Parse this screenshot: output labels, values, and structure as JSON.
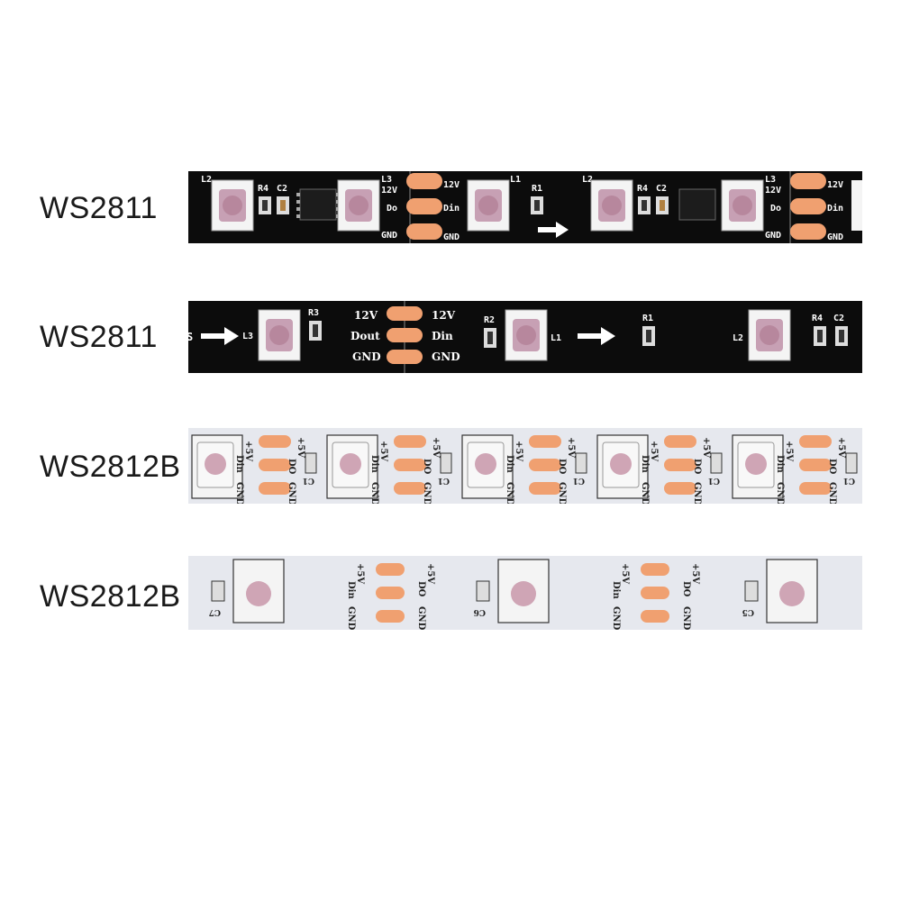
{
  "rows": [
    {
      "label": "WS2811",
      "silk": {
        "r4": "R4",
        "c2": "C2",
        "l2": "L2",
        "l3": "L3",
        "l1": "L1",
        "r1": "R1",
        "v12": "12V",
        "do": "Do",
        "din": "Din",
        "gnd": "GND"
      }
    },
    {
      "label": "WS2811",
      "silk": {
        "s": "S",
        "l3": "L3",
        "r3": "R3",
        "v12a": "12V",
        "dout": "Dout",
        "gnd_a": "GND",
        "v12b": "12V",
        "din": "Din",
        "gnd_b": "GND",
        "r2": "R2",
        "l1": "L1",
        "r1": "R1",
        "l2": "L2",
        "r4": "R4",
        "c2": "C2"
      }
    },
    {
      "label": "WS2812B",
      "silk": {
        "v5": "+5V",
        "din": "Din",
        "gnd": "GND",
        "do": "DO",
        "c1": "C1"
      }
    },
    {
      "label": "WS2812B",
      "silk": {
        "v5": "+5V",
        "din": "Din",
        "gnd": "GND",
        "do": "DO",
        "c7": "C7",
        "c6": "C6",
        "c5": "C5"
      }
    }
  ],
  "colors": {
    "black_pcb": "#0c0c0c",
    "white_pcb": "#e6e8ee",
    "pad_copper": "#f0a070",
    "silk_white": "#ffffff",
    "silk_dark": "#222222",
    "led_body": "#f2f2f2",
    "led_lens": "#c89aa8"
  }
}
